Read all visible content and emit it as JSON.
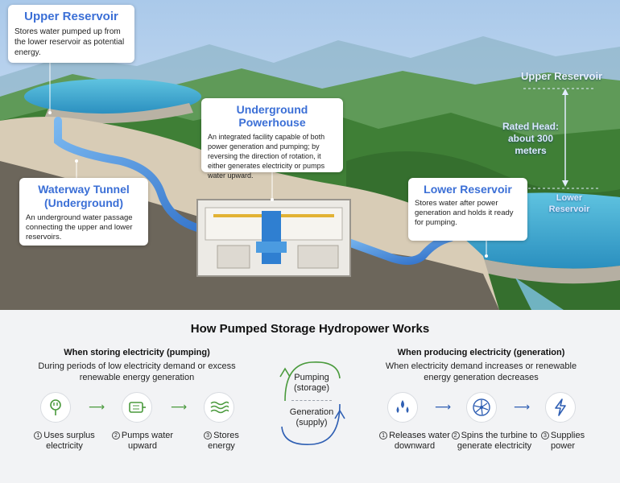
{
  "illustration": {
    "callouts": {
      "upper": {
        "title": "Upper Reservoir",
        "text": "Stores water pumped up from the lower reservoir as potential energy."
      },
      "powerhouse": {
        "title": "Underground Powerhouse",
        "text": "An integrated facility capable of both power generation and pumping; by reversing the direction of rotation, it either generates electricity or pumps water upward."
      },
      "tunnel": {
        "title": "Waterway Tunnel (Underground)",
        "text": "An underground water passage connecting the upper and lower reservoirs."
      },
      "lower": {
        "title": "Lower Reservoir",
        "text": "Stores water after power generation and holds it ready for pumping."
      }
    },
    "overlay": {
      "upper_label": "Upper Reservoir",
      "head_label": "Rated Head: about 300 meters",
      "lower_label": "Lower Reservoir"
    }
  },
  "panel": {
    "title": "How Pumped Storage Hydropower Works",
    "storing": {
      "heading": "When storing electricity (pumping)",
      "description": "During periods of low electricity demand or excess renewable energy generation",
      "steps": [
        {
          "num": "1",
          "label": "Uses surplus electricity",
          "icon": "plug-icon"
        },
        {
          "num": "2",
          "label": "Pumps water upward",
          "icon": "pump-motor-icon"
        },
        {
          "num": "3",
          "label": "Stores energy",
          "icon": "water-waves-icon"
        }
      ]
    },
    "cycle": {
      "top_label": "Pumping (storage)",
      "bottom_label": "Generation (supply)"
    },
    "producing": {
      "heading": "When producing electricity (generation)",
      "description": "When electricity demand increases or renewable energy generation decreases",
      "steps": [
        {
          "num": "1",
          "label": "Releases water downward",
          "icon": "water-drops-icon"
        },
        {
          "num": "2",
          "label": "Spins the turbine to generate electricity",
          "icon": "turbine-icon"
        },
        {
          "num": "3",
          "label": "Supplies power",
          "icon": "lightning-icon"
        }
      ]
    },
    "colors": {
      "storing_accent": "#4a9a3c",
      "producing_accent": "#2f5fb3",
      "callout_title": "#3b6fd6"
    }
  }
}
